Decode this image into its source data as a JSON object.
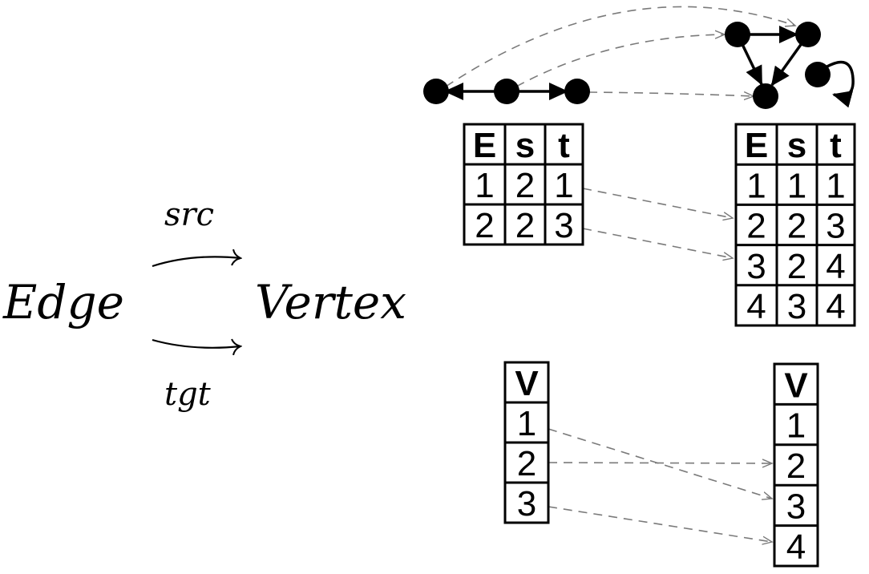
{
  "schema": {
    "source": "Edge",
    "target": "Vertex",
    "arrow_top_label": "src",
    "arrow_bottom_label": "tgt"
  },
  "graph_left": {
    "nodes": [
      1,
      2,
      3
    ],
    "edges": [
      {
        "e": 1,
        "s": 2,
        "t": 1
      },
      {
        "e": 2,
        "s": 2,
        "t": 3
      }
    ]
  },
  "graph_right": {
    "nodes": [
      1,
      2,
      3,
      4
    ],
    "edges": [
      {
        "e": 1,
        "s": 1,
        "t": 1
      },
      {
        "e": 2,
        "s": 2,
        "t": 3
      },
      {
        "e": 3,
        "s": 2,
        "t": 4
      },
      {
        "e": 4,
        "s": 3,
        "t": 4
      }
    ]
  },
  "edge_table_left": {
    "headers": [
      "E",
      "s",
      "t"
    ],
    "rows": [
      [
        "1",
        "2",
        "1"
      ],
      [
        "2",
        "2",
        "3"
      ]
    ]
  },
  "edge_table_right": {
    "headers": [
      "E",
      "s",
      "t"
    ],
    "rows": [
      [
        "1",
        "1",
        "1"
      ],
      [
        "2",
        "2",
        "3"
      ],
      [
        "3",
        "2",
        "4"
      ],
      [
        "4",
        "3",
        "4"
      ]
    ]
  },
  "vertex_table_left": {
    "header": "V",
    "rows": [
      "1",
      "2",
      "3"
    ]
  },
  "vertex_table_right": {
    "header": "V",
    "rows": [
      "1",
      "2",
      "3",
      "4"
    ]
  },
  "mapping": {
    "edges": [
      {
        "from": 1,
        "to": 2
      },
      {
        "from": 2,
        "to": 3
      }
    ],
    "vertices": [
      {
        "from": 1,
        "to": 3
      },
      {
        "from": 2,
        "to": 2
      },
      {
        "from": 3,
        "to": 4
      }
    ]
  },
  "colors": {
    "ink": "#000000",
    "mapping_arrow": "#7a7a7a",
    "background": "#ffffff"
  }
}
